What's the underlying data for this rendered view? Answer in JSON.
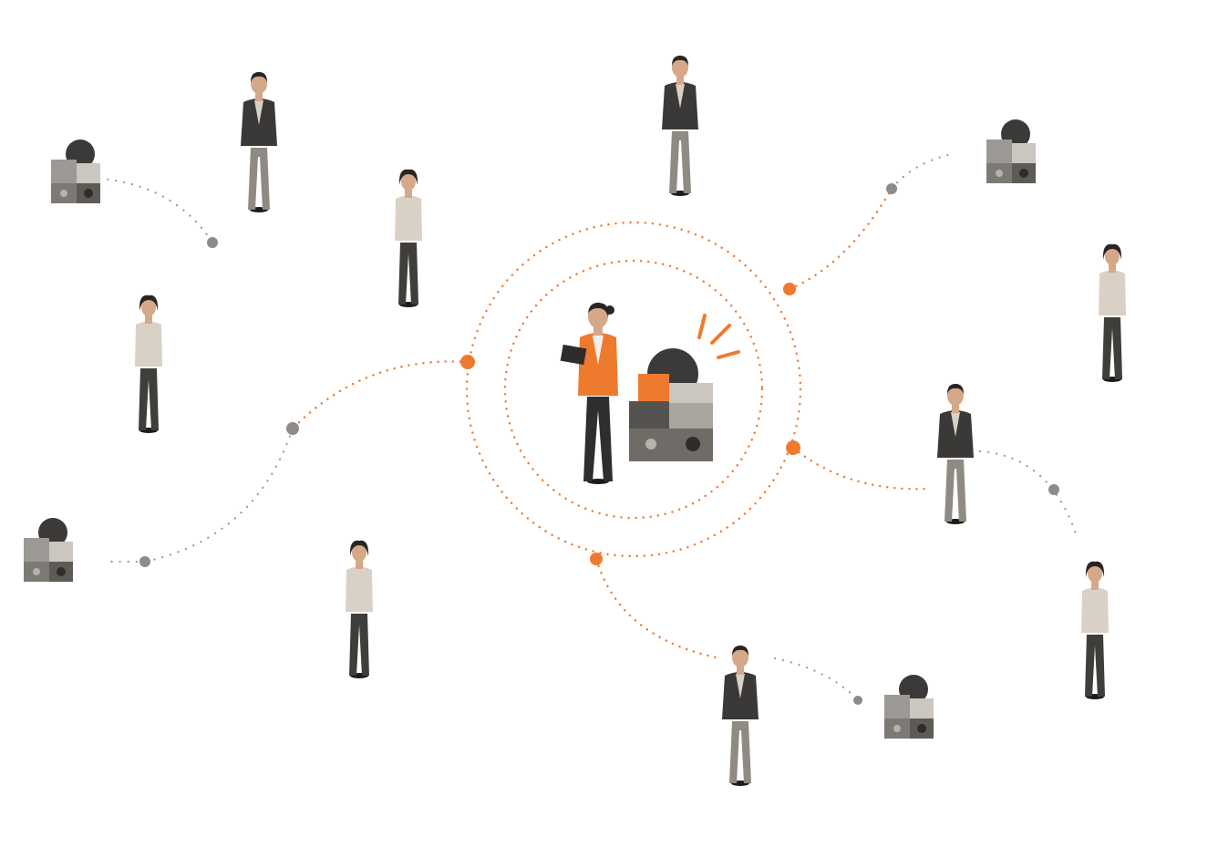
{
  "scene": {
    "description_colors": {
      "background": "#ffffff",
      "accent": "#ee7a2e",
      "connector_grey": "#8d8b88",
      "suit_dark": "#3a3937",
      "trousers_grey": "#8f8a82",
      "shirt_beige": "#d9d1c6",
      "skin": "#d6a88a",
      "hair": "#2a2522"
    },
    "icons": [
      "person-figure",
      "geometric-block-cluster",
      "disc-shape",
      "connector-node"
    ]
  }
}
